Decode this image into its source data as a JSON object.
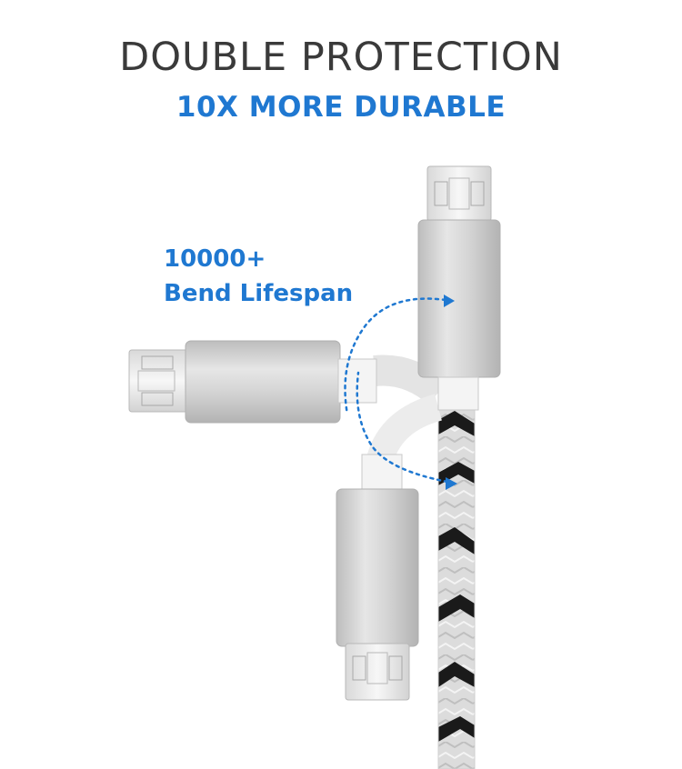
{
  "header": {
    "title": "DOUBLE PROTECTION",
    "subtitle": "10X MORE DURABLE"
  },
  "callout": {
    "line1": "10000+",
    "line2": "Bend Lifespan"
  },
  "colors": {
    "accent": "#1f78d1",
    "title": "#3a3a3a",
    "housing": "#c8c8c8"
  },
  "icons": [
    "micro-usb-connector-icon",
    "braided-cable",
    "bend-arrow-icon"
  ]
}
